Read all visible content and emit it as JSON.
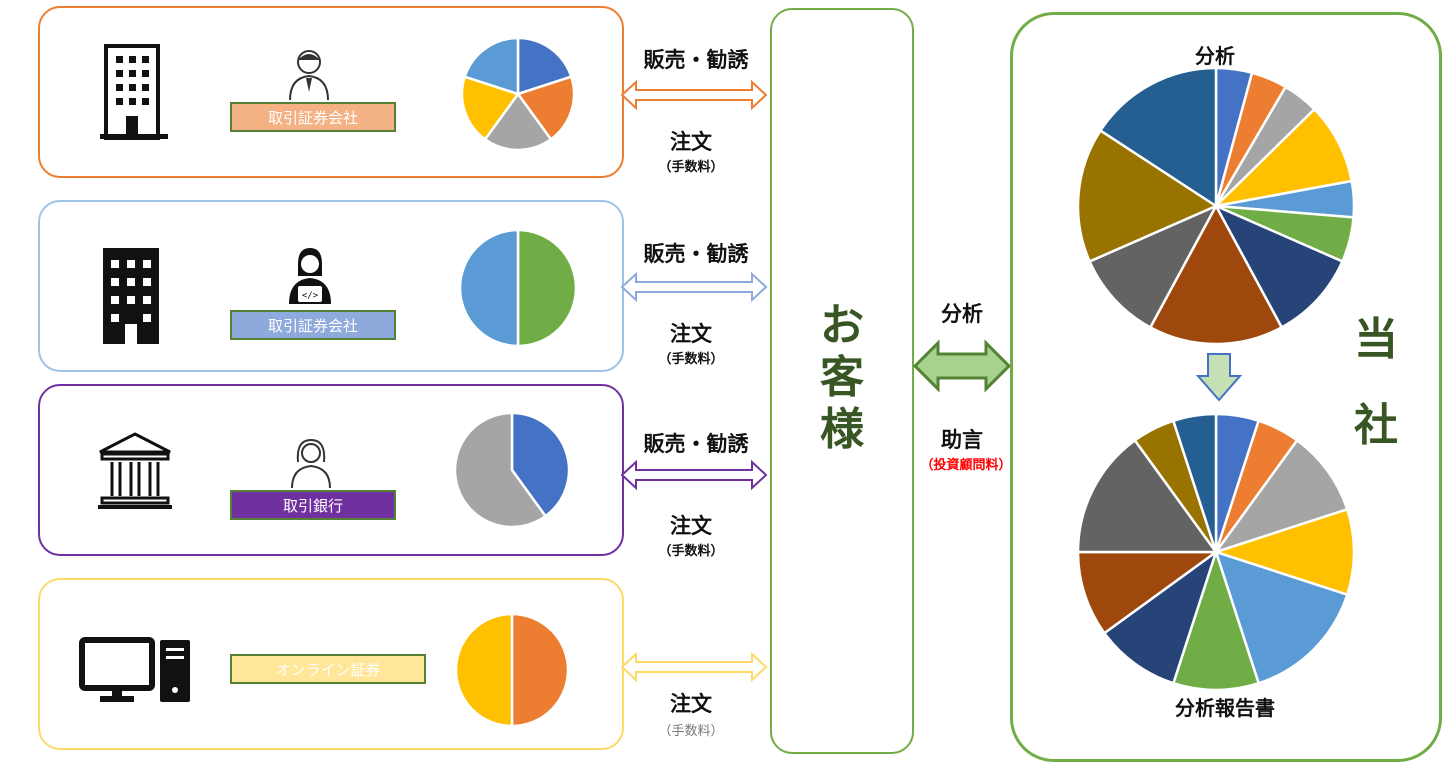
{
  "brokers": [
    {
      "tag": "取引証券会社",
      "tag_color": "#F4B183",
      "tag_text_color": "#ffffff",
      "border": "#ED7D31",
      "arrow_top": "販売・勧誘",
      "arrow_bottom": "注文",
      "fee": "（手数料）",
      "arrow_color": "#ED7D31",
      "building_icon": "office-building-outline-icon",
      "person_icon": "businessman-icon",
      "pie": [
        {
          "value": 20,
          "color": "#4472C4"
        },
        {
          "value": 20,
          "color": "#ED7D31"
        },
        {
          "value": 20,
          "color": "#A5A5A5"
        },
        {
          "value": 20,
          "color": "#FFC000"
        },
        {
          "value": 20,
          "color": "#5B9BD5"
        }
      ]
    },
    {
      "tag": "取引証券会社",
      "tag_color": "#8EA9DB",
      "tag_text_color": "#ffffff",
      "border": "#9DC3E6",
      "arrow_top": "販売・勧誘",
      "arrow_bottom": "注文",
      "fee": "（手数料）",
      "arrow_color": "#8EA9DB",
      "building_icon": "office-building-solid-icon",
      "person_icon": "developer-icon",
      "pie": [
        {
          "value": 50,
          "color": "#70AD47"
        },
        {
          "value": 50,
          "color": "#5B9BD5"
        }
      ]
    },
    {
      "tag": "取引銀行",
      "tag_color": "#7030A0",
      "tag_text_color": "#ffffff",
      "border": "#7030A0",
      "arrow_top": "販売・勧誘",
      "arrow_bottom": "注文",
      "fee": "（手数料）",
      "arrow_color": "#7030A0",
      "building_icon": "bank-icon",
      "person_icon": "businesswoman-icon",
      "pie": [
        {
          "value": 40,
          "color": "#4472C4"
        },
        {
          "value": 60,
          "color": "#A5A5A5"
        }
      ]
    },
    {
      "tag": "オンライン証券",
      "tag_color": "#FFE699",
      "tag_text_color": "#ffffff",
      "border": "#FFD966",
      "arrow_top": "",
      "arrow_bottom": "注文",
      "fee": "（手数料）",
      "arrow_color": "#FFD966",
      "building_icon": "desktop-computer-icon",
      "person_icon": "",
      "pie": [
        {
          "value": 50,
          "color": "#ED7D31"
        },
        {
          "value": 50,
          "color": "#FFC000"
        }
      ]
    }
  ],
  "customer": {
    "label": [
      "お",
      "客",
      "様"
    ],
    "color": "#375623"
  },
  "link": {
    "top": "分析",
    "bottom": "助言",
    "fee": "（投資顧問料）",
    "fee_color": "#FF0000",
    "arrow_fill": "#A9D18E",
    "arrow_stroke": "#548235"
  },
  "company": {
    "label": [
      "当",
      "社"
    ],
    "analysis_title": "分析",
    "report_title": "分析報告書",
    "down_arrow_fill": "#C5E0B4",
    "down_arrow_stroke": "#4472C4",
    "analysis_pie": [
      {
        "value": 4,
        "color": "#4472C4"
      },
      {
        "value": 4,
        "color": "#ED7D31"
      },
      {
        "value": 4,
        "color": "#A5A5A5"
      },
      {
        "value": 9,
        "color": "#FFC000"
      },
      {
        "value": 4,
        "color": "#5B9BD5"
      },
      {
        "value": 5,
        "color": "#70AD47"
      },
      {
        "value": 10,
        "color": "#264478"
      },
      {
        "value": 15,
        "color": "#9E480E"
      },
      {
        "value": 10,
        "color": "#636363"
      },
      {
        "value": 15,
        "color": "#997300"
      },
      {
        "value": 15,
        "color": "#255E91"
      }
    ],
    "report_pie": [
      {
        "value": 5,
        "color": "#4472C4"
      },
      {
        "value": 5,
        "color": "#ED7D31"
      },
      {
        "value": 10,
        "color": "#A5A5A5"
      },
      {
        "value": 10,
        "color": "#FFC000"
      },
      {
        "value": 15,
        "color": "#5B9BD5"
      },
      {
        "value": 10,
        "color": "#70AD47"
      },
      {
        "value": 10,
        "color": "#264478"
      },
      {
        "value": 10,
        "color": "#9E480E"
      },
      {
        "value": 15,
        "color": "#636363"
      },
      {
        "value": 5,
        "color": "#997300"
      },
      {
        "value": 5,
        "color": "#255E91"
      }
    ]
  }
}
